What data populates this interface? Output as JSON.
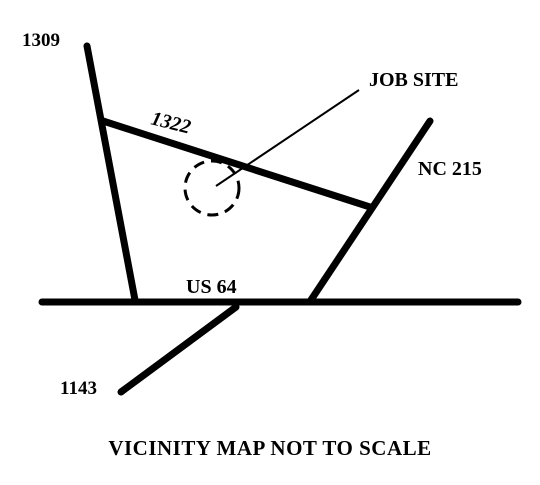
{
  "roads": [
    {
      "id": "us-64",
      "label": "US 64"
    },
    {
      "id": "sr-1309",
      "label": "1309"
    },
    {
      "id": "sr-1322",
      "label": "1322"
    },
    {
      "id": "nc-215",
      "label": "NC 215"
    },
    {
      "id": "sr-1143",
      "label": "1143"
    }
  ],
  "site": {
    "label": "JOB SITE"
  },
  "caption": "VICINITY MAP NOT TO SCALE"
}
